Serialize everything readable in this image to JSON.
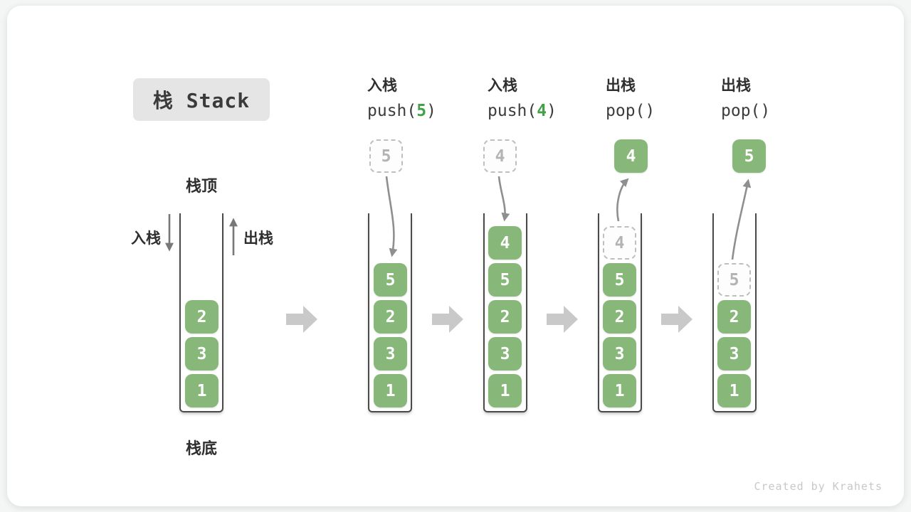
{
  "title": "栈 Stack",
  "watermark": "Created by Krahets",
  "colors": {
    "cell_green": "#87b87a",
    "code_green": "#43a047",
    "arrow_gray": "#8f8f8f",
    "block_arrow_gray": "#c9c9c9",
    "ghost_border": "#bfbfbf",
    "ghost_text": "#b3b3b3",
    "container_stroke": "#4a4a4a",
    "ink": "#2f2f2f",
    "watermark_gray": "#c8c8c8",
    "badge_bg": "#e5e5e5"
  },
  "diagram_labels": {
    "stack_top": "栈顶",
    "stack_bottom": "栈底",
    "push_side": "入栈",
    "pop_side": "出栈"
  },
  "steps": [
    {
      "name": "initial",
      "cells": [
        {
          "value": "2",
          "variant": "solid"
        },
        {
          "value": "3",
          "variant": "solid"
        },
        {
          "value": "1",
          "variant": "solid"
        }
      ]
    },
    {
      "name": "push-5",
      "op": "入栈",
      "code": {
        "pre": "push(",
        "arg": "5",
        "post": ")"
      },
      "floating": {
        "value": "5",
        "variant": "ghost"
      },
      "cells": [
        {
          "value": "5",
          "variant": "solid"
        },
        {
          "value": "2",
          "variant": "solid"
        },
        {
          "value": "3",
          "variant": "solid"
        },
        {
          "value": "1",
          "variant": "solid"
        }
      ]
    },
    {
      "name": "push-4",
      "op": "入栈",
      "code": {
        "pre": "push(",
        "arg": "4",
        "post": ")"
      },
      "floating": {
        "value": "4",
        "variant": "ghost"
      },
      "cells": [
        {
          "value": "4",
          "variant": "solid"
        },
        {
          "value": "5",
          "variant": "solid"
        },
        {
          "value": "2",
          "variant": "solid"
        },
        {
          "value": "3",
          "variant": "solid"
        },
        {
          "value": "1",
          "variant": "solid"
        }
      ]
    },
    {
      "name": "pop-4",
      "op": "出栈",
      "code": {
        "pre": "pop()",
        "arg": "",
        "post": ""
      },
      "floating": {
        "value": "4",
        "variant": "solid"
      },
      "cells": [
        {
          "value": "4",
          "variant": "ghost"
        },
        {
          "value": "5",
          "variant": "solid"
        },
        {
          "value": "2",
          "variant": "solid"
        },
        {
          "value": "3",
          "variant": "solid"
        },
        {
          "value": "1",
          "variant": "solid"
        }
      ]
    },
    {
      "name": "pop-5",
      "op": "出栈",
      "code": {
        "pre": "pop()",
        "arg": "",
        "post": ""
      },
      "floating": {
        "value": "5",
        "variant": "solid"
      },
      "cells": [
        {
          "value": "5",
          "variant": "ghost"
        },
        {
          "value": "2",
          "variant": "solid"
        },
        {
          "value": "3",
          "variant": "solid"
        },
        {
          "value": "1",
          "variant": "solid"
        }
      ]
    }
  ]
}
